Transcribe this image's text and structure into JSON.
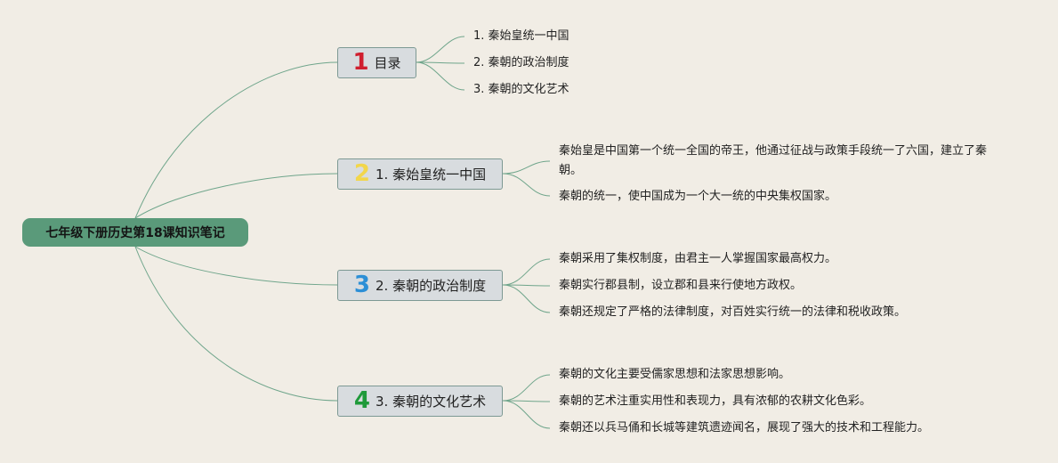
{
  "root": {
    "label": "七年级下册历史第18课知识笔记"
  },
  "topics": [
    {
      "num": "1",
      "num_color": "#d01f2f",
      "label": "目录",
      "leaves": [
        "1. 秦始皇统一中国",
        "2. 秦朝的政治制度",
        "3. 秦朝的文化艺术"
      ]
    },
    {
      "num": "2",
      "num_color": "#f2d64b",
      "label": "1. 秦始皇统一中国",
      "leaves": [
        "秦始皇是中国第一个统一全国的帝王，他通过征战与政策手段统一了六国，建立了秦朝。",
        "秦朝的统一，使中国成为一个大一统的中央集权国家。"
      ]
    },
    {
      "num": "3",
      "num_color": "#2c8fd6",
      "label": "2. 秦朝的政治制度",
      "leaves": [
        "秦朝采用了集权制度，由君主一人掌握国家最高权力。",
        "秦朝实行郡县制，设立郡和县来行使地方政权。",
        "秦朝还规定了严格的法律制度，对百姓实行统一的法律和税收政策。"
      ]
    },
    {
      "num": "4",
      "num_color": "#1f9a3a",
      "label": "3. 秦朝的文化艺术",
      "leaves": [
        "秦朝的文化主要受儒家思想和法家思想影响。",
        "秦朝的艺术注重实用性和表现力，具有浓郁的农耕文化色彩。",
        "秦朝还以兵马俑和长城等建筑遗迹闻名，展现了强大的技术和工程能力。"
      ]
    }
  ],
  "colors": {
    "line": "#6fa58b",
    "root_bg": "#5a9a7a",
    "topic_bg": "#d8dcdf",
    "background": "#f1ede5"
  }
}
